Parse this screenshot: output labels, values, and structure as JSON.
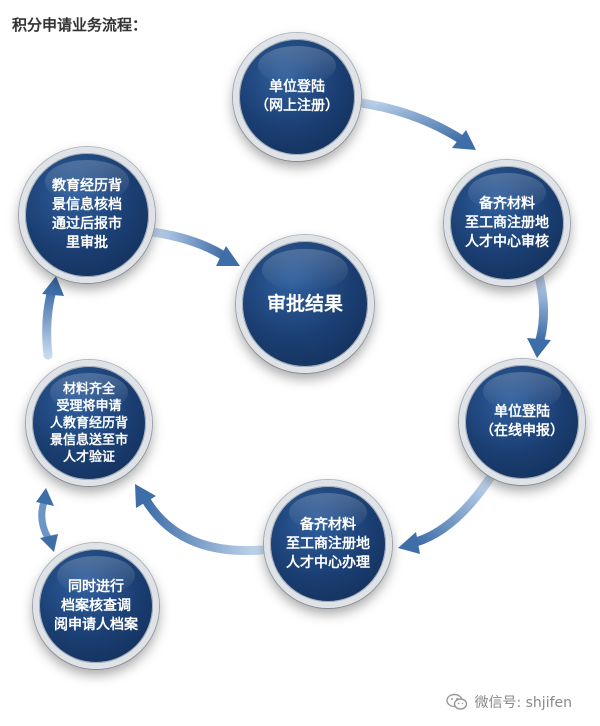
{
  "title": "积分申请业务流程：",
  "nodes": [
    {
      "id": "n1",
      "label": "单位登陆\n（网上注册）"
    },
    {
      "id": "n2",
      "label": "备齐材料\n至工商注册地\n人才中心审核"
    },
    {
      "id": "n3",
      "label": "单位登陆\n（在线申报）"
    },
    {
      "id": "n4",
      "label": "备齐材料\n至工商注册地\n人才中心办理"
    },
    {
      "id": "n5",
      "label": "材料齐全\n受理将申请\n人教育经历背\n景信息送至市\n人才验证"
    },
    {
      "id": "n6",
      "label": "同时进行\n档案核查调\n阅申请人档案"
    },
    {
      "id": "n7",
      "label": "教育经历背\n景信息核档\n通过后报市\n里审批"
    },
    {
      "id": "center",
      "label": "审批结果"
    }
  ],
  "watermark": {
    "text": "微信号: shjifen",
    "icon": "wechat-icon"
  },
  "colors": {
    "node_fill": "#1b3f73",
    "node_ring": "#dfe3e7",
    "arrow": "#3e6ea8",
    "arrow_light": "#c6d9ef"
  }
}
